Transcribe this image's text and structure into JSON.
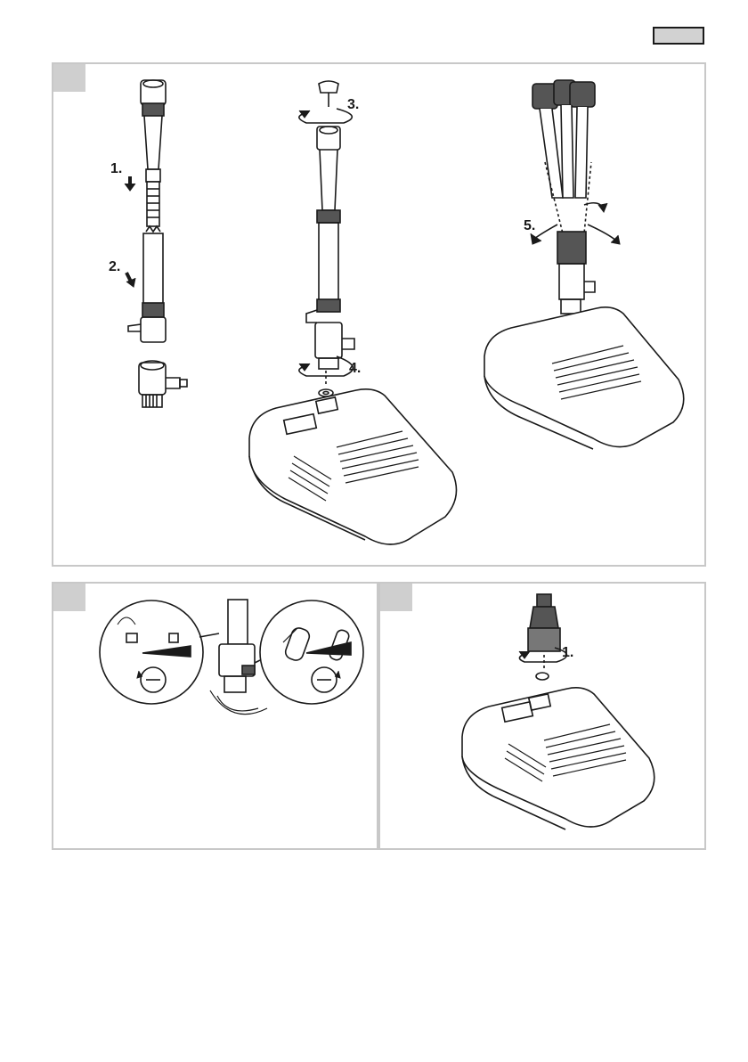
{
  "page": {
    "language_tab": "",
    "figure_top": {
      "steps": [
        "1.",
        "2.",
        "3.",
        "4.",
        "5."
      ]
    },
    "figure_bottom_left": {},
    "figure_bottom_right": {
      "steps": [
        "1."
      ]
    }
  },
  "colors": {
    "panel_border": "#c8c8c8",
    "corner_tab": "#cfcfcf",
    "language_tab": "#d2d2d2",
    "line_art": "#1a1a1a"
  }
}
